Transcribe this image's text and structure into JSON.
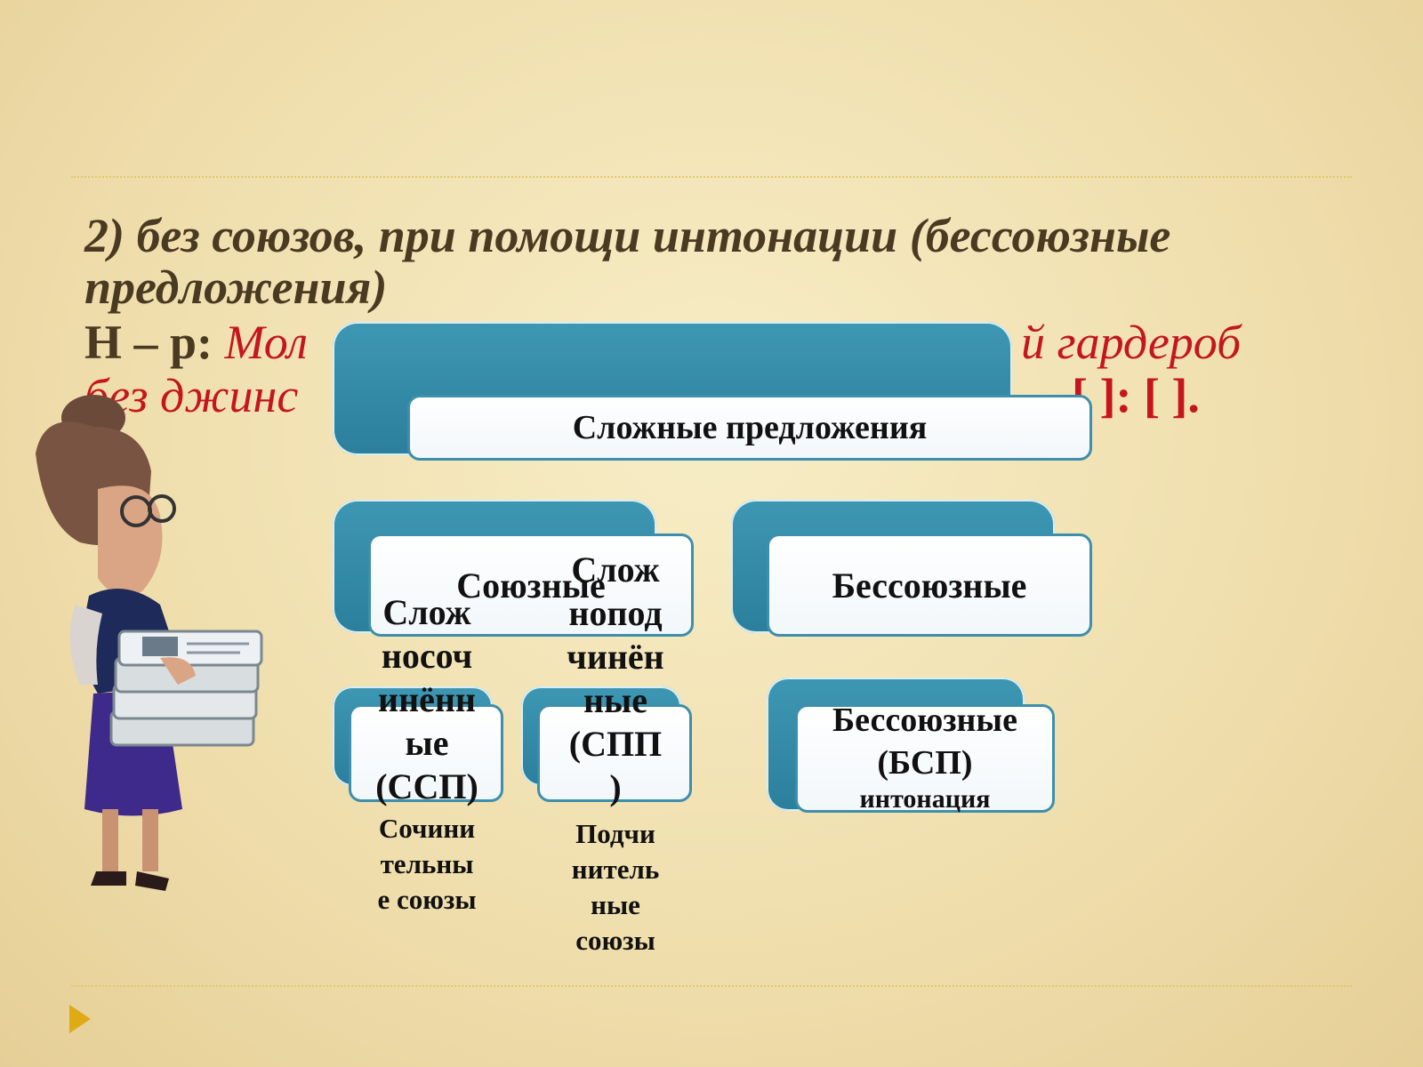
{
  "heading": "2) без союзов, при помощи интонации (бессоюзные предложения)",
  "example": {
    "prefix": "Н – р: ",
    "line1_start": "Мол",
    "line1_end": "й гардероб",
    "line2_start": "без джинс",
    "scheme": "[ ]: [ ]."
  },
  "diagram": {
    "root": "Сложные предложения",
    "union": "Союзные",
    "non_union": "Бессоюзные",
    "ssp": {
      "label": "Слож носоч инённ ые (ССП)",
      "lines": [
        "Слож",
        "носоч",
        "инённ",
        "ые",
        "(ССП)"
      ],
      "note_lines": [
        "Сочини",
        "тельны",
        "е союзы"
      ]
    },
    "spp": {
      "label": "Слож ноподчинённые (СПП)",
      "lines": [
        "Слож",
        "нопод",
        "чинён",
        "ные",
        "(СПП",
        ")"
      ],
      "note_lines": [
        "Подчи",
        "нитель",
        "ные",
        "союзы"
      ]
    },
    "bsp": {
      "lines": [
        "Бессоюзные",
        "(БСП)"
      ],
      "note": "интонация"
    }
  },
  "colors": {
    "box_blue": "#2b7f9c",
    "heading_brown": "#4a3a22",
    "example_red": "#c4161c",
    "nav_arrow": "#e0a916"
  },
  "icons": {
    "teacher": "teacher-with-books-clipart",
    "nav": "play-arrow-icon"
  }
}
